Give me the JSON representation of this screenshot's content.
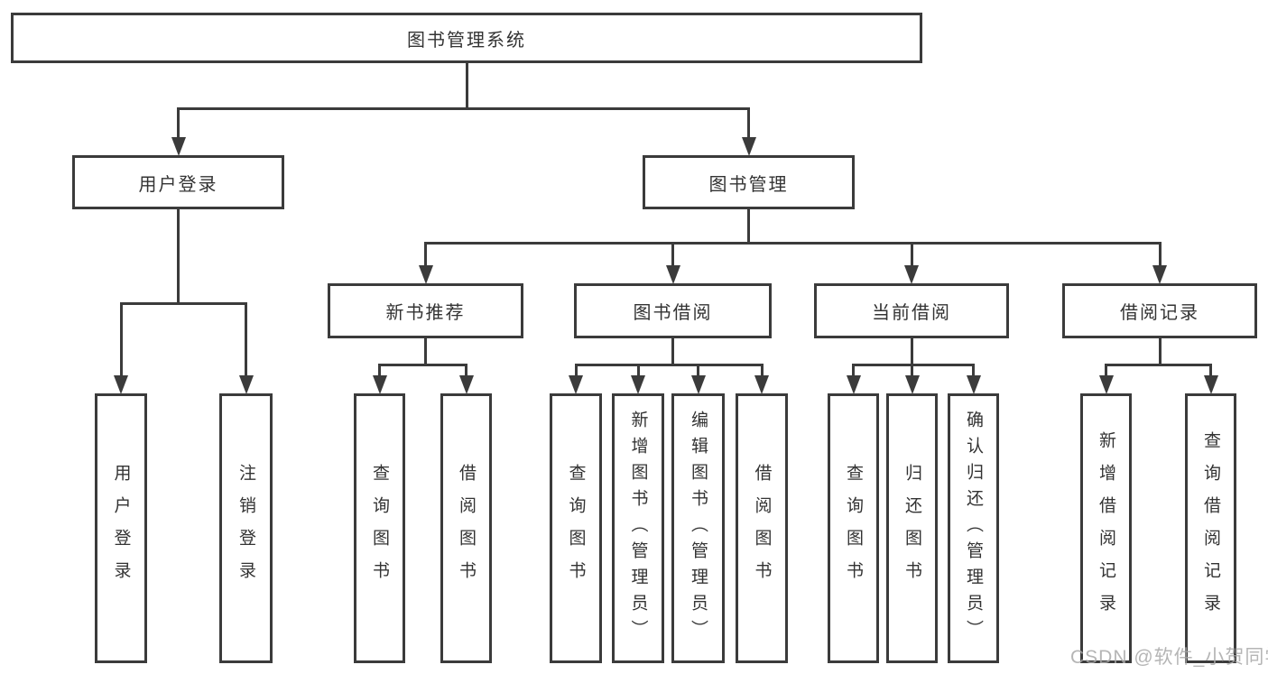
{
  "diagram": {
    "title": "图书管理系统",
    "watermark": "CSDN @软件_小贺同学",
    "colors": {
      "line": "#3b3b3b",
      "text": "#333333",
      "background": "#ffffff",
      "watermark": "#a9a9a9"
    },
    "nodes": [
      {
        "id": "root",
        "label": "图书管理系统"
      },
      {
        "id": "login",
        "label": "用户登录"
      },
      {
        "id": "mgmt",
        "label": "图书管理"
      },
      {
        "id": "rec",
        "label": "新书推荐"
      },
      {
        "id": "borrow",
        "label": "图书借阅"
      },
      {
        "id": "current",
        "label": "当前借阅"
      },
      {
        "id": "record",
        "label": "借阅记录"
      },
      {
        "id": "login-do",
        "label": "用户登录"
      },
      {
        "id": "logout",
        "label": "注销登录"
      },
      {
        "id": "rec-query",
        "label": "查询图书"
      },
      {
        "id": "rec-borrow",
        "label": "借阅图书"
      },
      {
        "id": "borrow-query",
        "label": "查询图书"
      },
      {
        "id": "borrow-add",
        "label": "新增图书（管理员）"
      },
      {
        "id": "borrow-edit",
        "label": "编辑图书（管理员）"
      },
      {
        "id": "borrow-borrow",
        "label": "借阅图书"
      },
      {
        "id": "current-query",
        "label": "查询图书"
      },
      {
        "id": "current-return",
        "label": "归还图书"
      },
      {
        "id": "current-confirm",
        "label": "确认归还（管理员）"
      },
      {
        "id": "record-add",
        "label": "新增借阅记录"
      },
      {
        "id": "record-query",
        "label": "查询借阅记录"
      }
    ],
    "edges": [
      {
        "from": "root",
        "to": [
          "login",
          "mgmt"
        ]
      },
      {
        "from": "login",
        "to": [
          "login-do",
          "logout"
        ]
      },
      {
        "from": "mgmt",
        "to": [
          "rec",
          "borrow",
          "current",
          "record"
        ]
      },
      {
        "from": "rec",
        "to": [
          "rec-query",
          "rec-borrow"
        ]
      },
      {
        "from": "borrow",
        "to": [
          "borrow-query",
          "borrow-add",
          "borrow-edit",
          "borrow-borrow"
        ]
      },
      {
        "from": "current",
        "to": [
          "current-query",
          "current-return",
          "current-confirm"
        ]
      },
      {
        "from": "record",
        "to": [
          "record-add",
          "record-query"
        ]
      }
    ]
  }
}
